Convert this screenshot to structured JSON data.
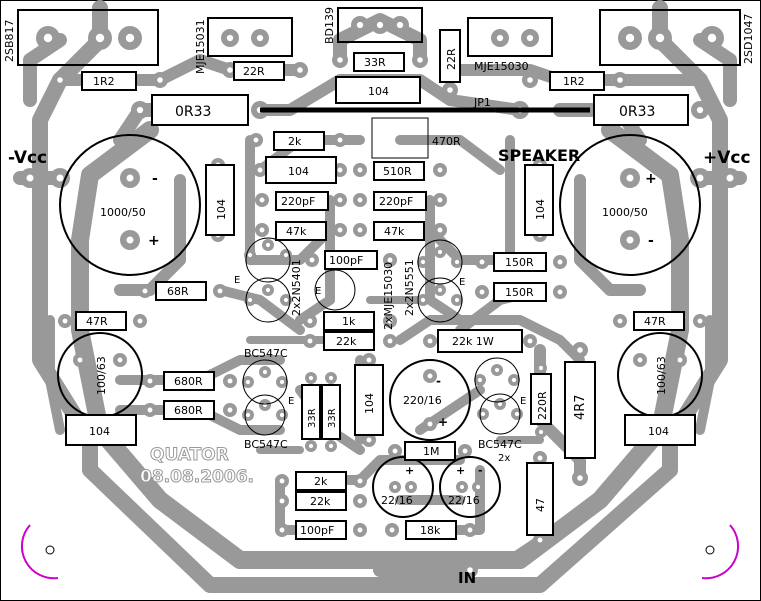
{
  "title": "QUATOR",
  "date": "08.08.2006.",
  "connectors": {
    "neg_vcc": "-Vcc",
    "pos_vcc": "+Vcc",
    "speaker": "SPEAKER",
    "input": "IN",
    "jumper": "JP1"
  },
  "transistors": {
    "q_left_out": "2SB817",
    "q_right_out": "2SD1047",
    "q_left_drv": "MJE15031",
    "q_right_drv": "MJE15030",
    "q_bias": "BD139",
    "q_pair_a": "2xMJE15030",
    "pair_pnp": "2x2N5401",
    "pair_npn": "2x2N5551",
    "bc_top": "BC547C",
    "bc_bottom": "BC547C",
    "bc_right": "BC547C",
    "bc_right_count": "2x",
    "emitter": "E"
  },
  "resistors": {
    "r_1r2_left": "1R2",
    "r_1r2_right": "1R2",
    "r_22r_left": "22R",
    "r_33r": "33R",
    "r_22r_vert": "22R",
    "r_0r33_left": "0R33",
    "r_0r33_right": "0R33",
    "r_2k_top": "2k",
    "r_470r": "470R",
    "r_510r": "510R",
    "r_47k_left": "47k",
    "r_47k_right": "47k",
    "r_150r_top": "150R",
    "r_150r_bot": "150R",
    "r_68r": "68R",
    "r_47r_left": "47R",
    "r_47r_right": "47R",
    "r_1k": "1k",
    "r_22k_left": "22k",
    "r_22k_1w": "22k 1W",
    "r_680r_top": "680R",
    "r_680r_bot": "680R",
    "r_33r_a": "33R",
    "r_33r_b": "33R",
    "r_220r": "220R",
    "r_4r7": "4R7",
    "r_1m": "1M",
    "r_2k_bot": "2k",
    "r_22k_bot": "22k",
    "r_18k": "18k",
    "r_47_vert": "47"
  },
  "capacitors": {
    "c_104_top": "104",
    "c_104_mid": "104",
    "c_104_left": "104",
    "c_104_right": "104",
    "c_220pf_left": "220pF",
    "c_220pf_right": "220pF",
    "c_100pf_top": "100pF",
    "c_100pf_bot": "100pF",
    "c_104_vert": "104",
    "c_104_bl": "104",
    "c_104_br": "104",
    "el_1000_left": "1000/50",
    "el_1000_right": "1000/50",
    "el_100_left": "100/63",
    "el_100_right": "100/63",
    "el_220": "220/16",
    "el_22_a": "22/16",
    "el_22_b": "22/16"
  },
  "polarity": {
    "plus": "+",
    "minus": "-"
  },
  "colors": {
    "copper": "#999999",
    "silk": "#000000",
    "mark": "#cc00cc"
  }
}
